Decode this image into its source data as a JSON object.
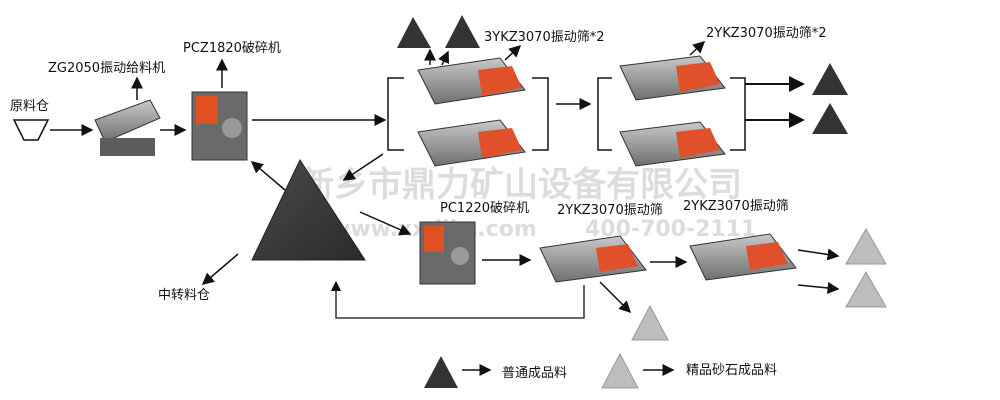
{
  "watermark": {
    "company": "新乡市鼎力矿山设备有限公司",
    "website": "www.xxdlks.com",
    "phone": "400-700-2111"
  },
  "nodes": {
    "raw_bin": "原料仓",
    "feeder": "ZG2050振动给料机",
    "crusher_main": "PCZ1820破碎机",
    "screen_3yk": "3YKZ3070振动筛*2",
    "screen_2yk_top": "2YKZ3070振动筛*2",
    "transfer_bin": "中转料仓",
    "crusher_second": "PC1220破碎机",
    "screen_2yk_a": "2YKZ3070振动筛",
    "screen_2yk_b": "2YKZ3070振动筛"
  },
  "legend": {
    "normal": "普通成品料",
    "fine": "精品砂石成品料",
    "normal_color": "#333333",
    "fine_color": "#bdbdbd"
  }
}
